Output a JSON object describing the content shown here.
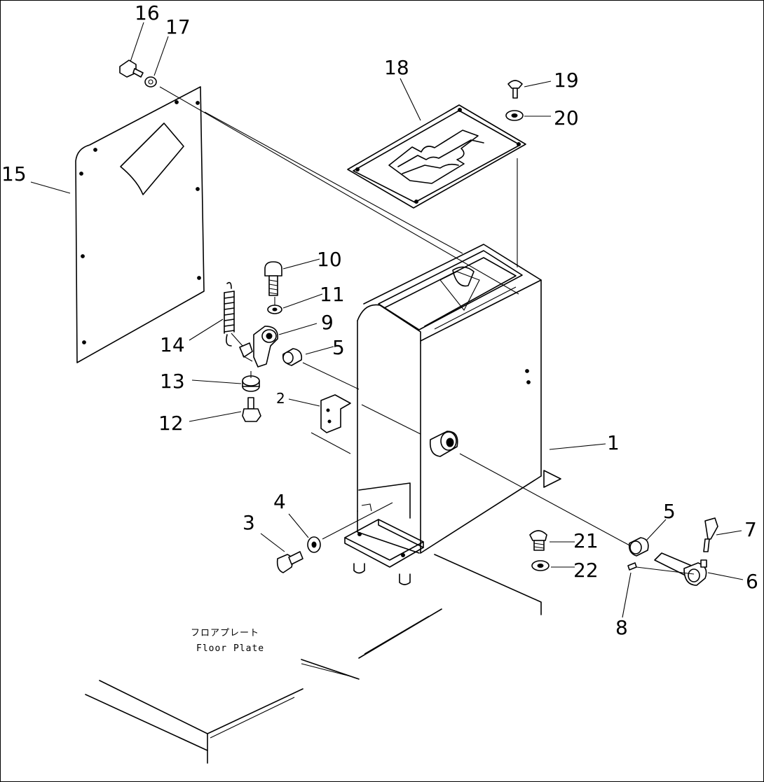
{
  "callouts": {
    "c1": "1",
    "c2": "2",
    "c3": "3",
    "c4": "4",
    "c5a": "5",
    "c5b": "5",
    "c6": "6",
    "c7": "7",
    "c8": "8",
    "c9": "9",
    "c10": "10",
    "c11": "11",
    "c12": "12",
    "c13": "13",
    "c14": "14",
    "c15": "15",
    "c16": "16",
    "c17": "17",
    "c18": "18",
    "c19": "19",
    "c20": "20",
    "c21": "21",
    "c22": "22"
  },
  "floor_plate": {
    "label_jp": "フロアプレート",
    "label_en": "Floor Plate"
  }
}
